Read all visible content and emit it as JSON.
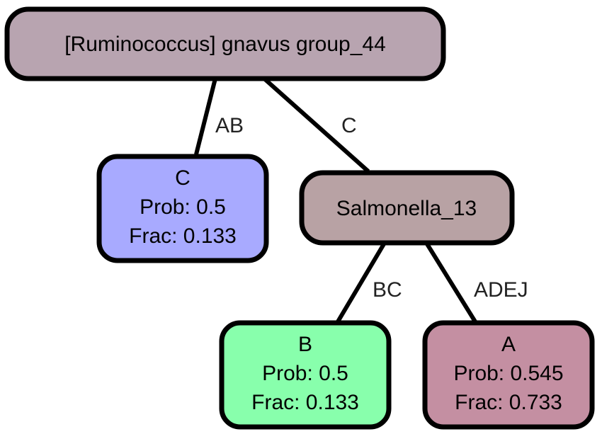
{
  "colors": {
    "root": "#b8a4b0",
    "salmonella": "#b8a2a4",
    "leaf_c": "#a8aaff",
    "leaf_b": "#88ffac",
    "leaf_a": "#c48fa2"
  },
  "nodes": {
    "root": {
      "label": "[Ruminococcus] gnavus group_44"
    },
    "salmonella": {
      "label": "Salmonella_13"
    },
    "leaf_c": {
      "name": "C",
      "prob": "Prob: 0.5",
      "frac": "Frac: 0.133"
    },
    "leaf_b": {
      "name": "B",
      "prob": "Prob: 0.5",
      "frac": "Frac: 0.133"
    },
    "leaf_a": {
      "name": "A",
      "prob": "Prob: 0.545",
      "frac": "Frac: 0.733"
    }
  },
  "edges": {
    "root_to_c": "AB",
    "root_to_salmonella": "C",
    "salmonella_to_b": "BC",
    "salmonella_to_a": "ADEJ"
  }
}
